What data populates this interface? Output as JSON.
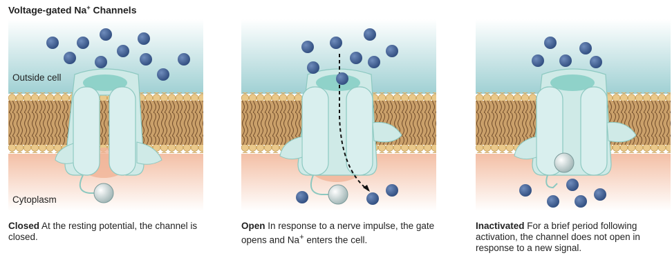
{
  "figure": {
    "title_main": "Voltage-gated Na",
    "title_sup": "+",
    "title_end": " Channels"
  },
  "labels": {
    "outside": "Outside cell",
    "cytoplasm": "Cytoplasm"
  },
  "panels": [
    {
      "state": "Closed",
      "text": "At the resting potential, the channel is closed."
    },
    {
      "state": "Open",
      "text_a": "In response to a nerve impulse, the gate opens and Na",
      "text_sup": "+",
      "text_b": " enters the cell."
    },
    {
      "state": "Inactivated",
      "text": "For a brief period following activation, the channel does not open in response to a new signal."
    }
  ],
  "colors": {
    "outside_bg": "#a8d4d6",
    "cytoplasm_bg": "#f5c7b0",
    "lipid_head": "#e8c486",
    "lipid_tail": "#7a5330",
    "channel": "#d3ecea",
    "channel_dark": "#8ecfc8",
    "ion": "#4a6a98",
    "gate": "#e4eded"
  }
}
